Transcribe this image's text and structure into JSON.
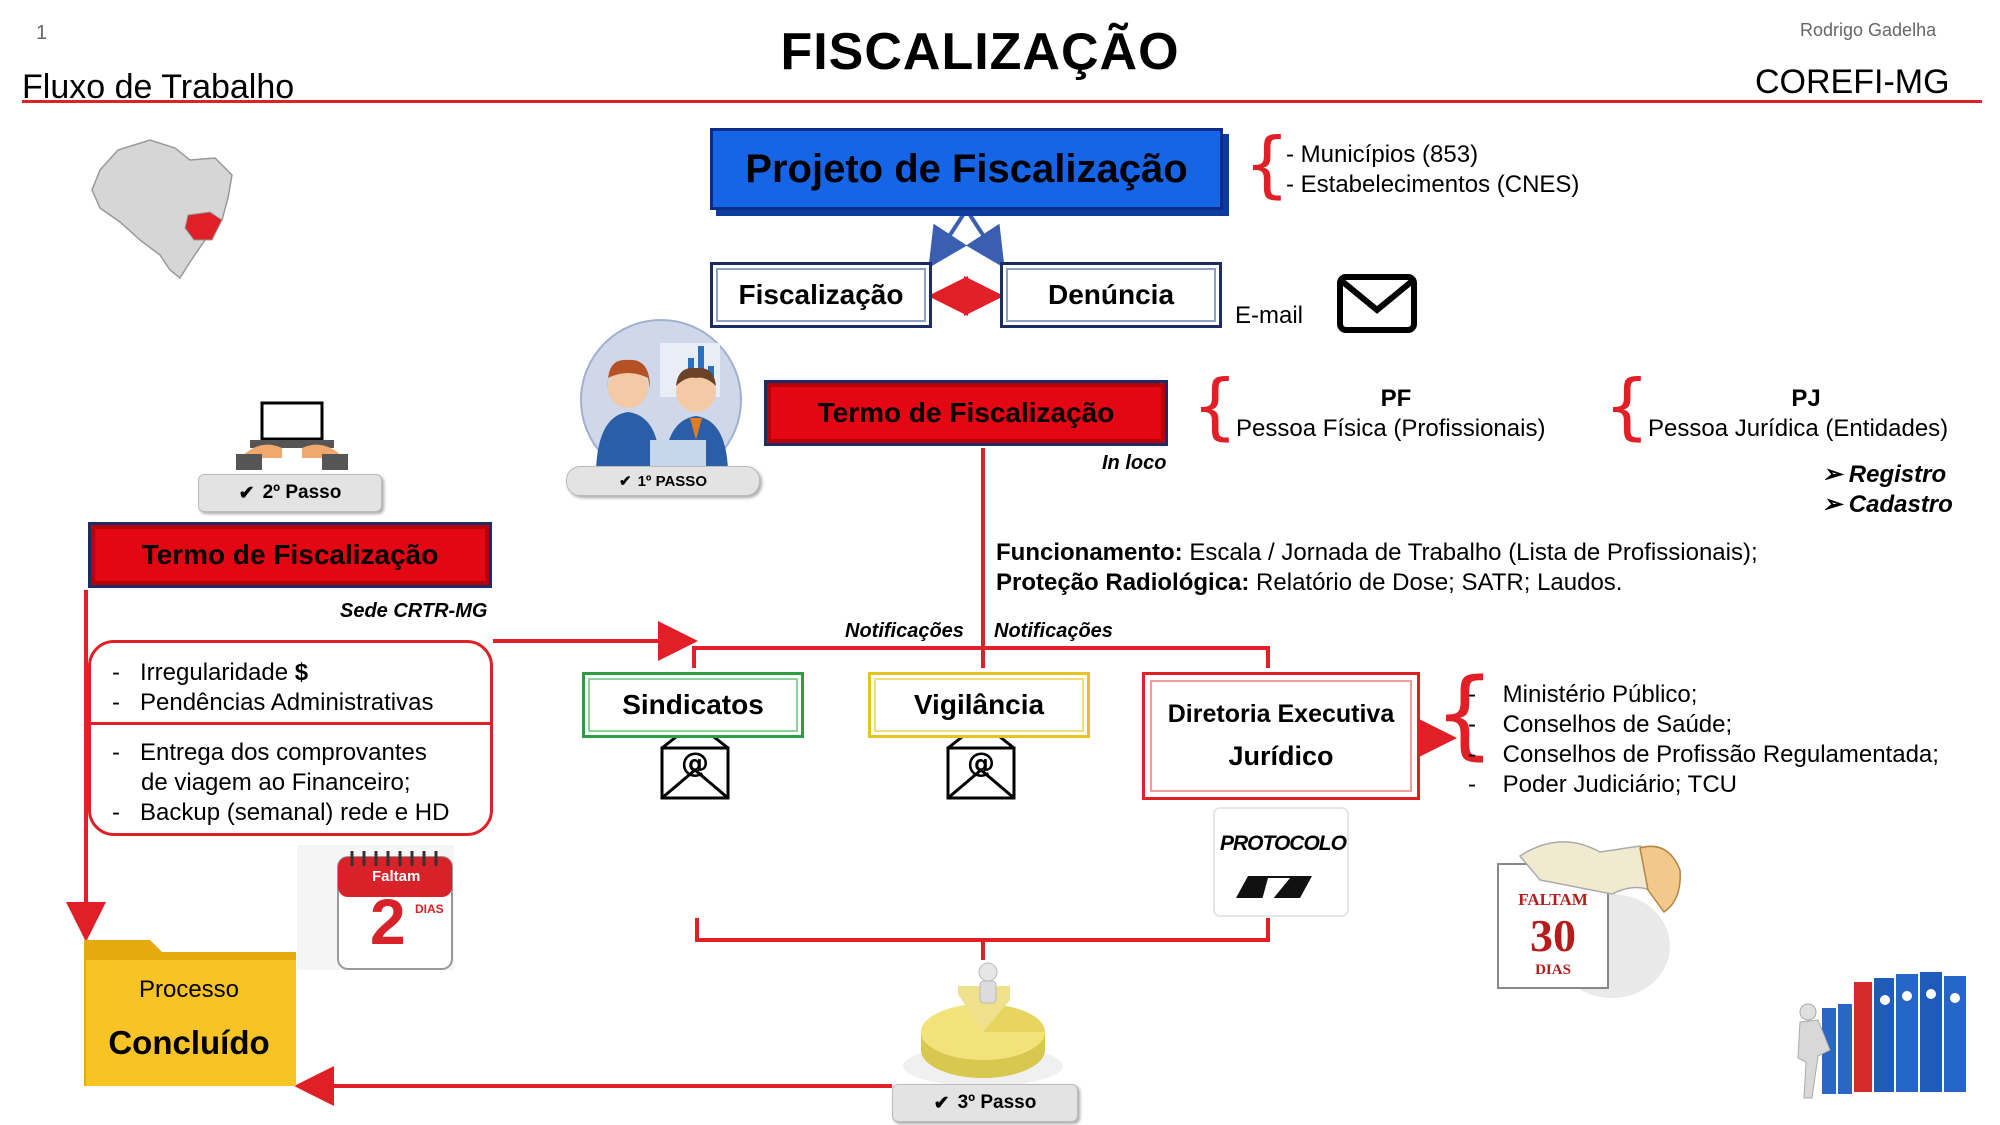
{
  "header": {
    "slide_number": "1",
    "author": "Rodrigo Gadelha",
    "title": "FISCALIZAÇÃO",
    "subtitle_left": "Fluxo de Trabalho",
    "subtitle_right": "COREFI-MG"
  },
  "flow": {
    "projeto": "Projeto de Fiscalização",
    "projeto_items": [
      "- Municípios (853)",
      "- Estabelecimentos (CNES)"
    ],
    "fiscalizacao": "Fiscalização",
    "denuncia": "Denúncia",
    "email_label": "E-mail",
    "termo_main": "Termo de Fiscalização",
    "in_loco": "In loco",
    "pf_title": "PF",
    "pf_desc": "Pessoa Física (Profissionais)",
    "pj_title": "PJ",
    "pj_desc": "Pessoa Jurídica (Entidades)",
    "pj_items": [
      "Registro",
      "Cadastro"
    ],
    "funcionamento_label": "Funcionamento:",
    "funcionamento_text": " Escala / Jornada de Trabalho (Lista de Profissionais);",
    "protecao_label": "Proteção Radiológica:",
    "protecao_text": " Relatório de Dose; SATR; Laudos.",
    "notificacoes_left": "Notificações",
    "notificacoes_right": "Notificações",
    "sindicatos": "Sindicatos",
    "vigilancia": "Vigilância",
    "diretoria_line1": "Diretoria Executiva",
    "diretoria_line2": "Jurídico",
    "orgaos": [
      "Ministério Público;",
      "Conselhos de Saúde;",
      "Conselhos de Profissão Regulamentada;",
      "Poder Judiciário; TCU"
    ],
    "termo_sede": "Termo de Fiscalização",
    "sede_label": "Sede CRTR-MG",
    "irregularidade": "Irregularidade",
    "irregularidade_symbol": "$",
    "pendencias": "Pendências Administrativas",
    "entrega_line1": "Entrega dos comprovantes",
    "entrega_line2": "de viagem ao Financeiro;",
    "backup": "Backup (semanal) rede e HD",
    "processo": "Processo",
    "concluido": "Concluído"
  },
  "steps": {
    "passo1": "1º PASSO",
    "passo2": "2º Passo",
    "passo3": "3º Passo"
  },
  "images": {
    "faltam_2_top": "Faltam",
    "faltam_2_num": "2",
    "faltam_2_dias": "DIAS",
    "protocolo": "PROTOCOLO",
    "faltam_30_top": "FALTAM",
    "faltam_30_num": "30",
    "faltam_30_dias": "DIAS"
  },
  "colors": {
    "accent_red": "#e01f26",
    "projeto_blue": "#1565e6",
    "termo_red": "#e30613",
    "sindicatos_green": "#2e9e43",
    "vigilancia_yellow": "#e6c323",
    "folder_yellow": "#f7c325"
  }
}
